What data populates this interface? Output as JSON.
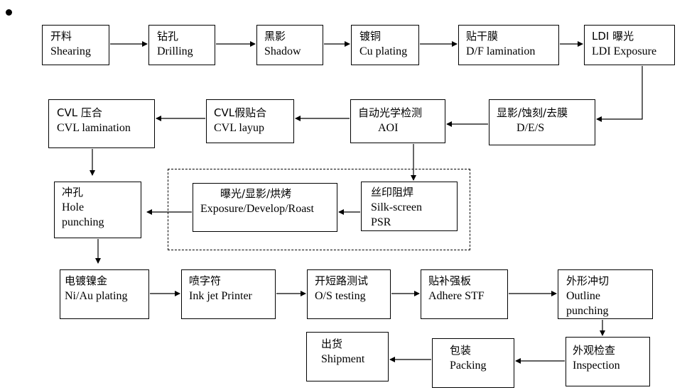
{
  "diagram": {
    "bullet_icon": "bullet-dot-icon",
    "steps": [
      {
        "id": "shearing",
        "zh": "开料",
        "en": "Shearing"
      },
      {
        "id": "drilling",
        "zh": "钻孔",
        "en": "Drilling"
      },
      {
        "id": "shadow",
        "zh": "黑影",
        "en": "Shadow"
      },
      {
        "id": "cu-plating",
        "zh": "镀铜",
        "en": "Cu plating"
      },
      {
        "id": "df-lamination",
        "zh": "贴干膜",
        "en": "D/F lamination"
      },
      {
        "id": "ldi-exposure",
        "zh": "LDI 曝光",
        "en": "LDI Exposure"
      },
      {
        "id": "des",
        "zh": "显影/蚀刻/去膜",
        "en": "D/E/S"
      },
      {
        "id": "aoi",
        "zh": "自动光学检测",
        "en": "AOI"
      },
      {
        "id": "cvl-layup",
        "zh": "CVL假贴合",
        "en": "CVL layup"
      },
      {
        "id": "cvl-lamination",
        "zh": "CVL 压合",
        "en": "CVL lamination"
      },
      {
        "id": "hole-punching",
        "zh": "冲孔",
        "en": "Hole",
        "en2": "punching"
      },
      {
        "id": "exposure-develop-roast",
        "zh": "曝光/显影/烘烤",
        "en": "Exposure/Develop/Roast"
      },
      {
        "id": "silk-screen-psr",
        "zh": "丝印阻焊",
        "en": "Silk-screen",
        "en2": "PSR"
      },
      {
        "id": "ni-au-plating",
        "zh": "电镀镍金",
        "en": "Ni/Au plating"
      },
      {
        "id": "ink-jet-printer",
        "zh": "喷字符",
        "en": "Ink jet Printer"
      },
      {
        "id": "os-testing",
        "zh": "开短路测试",
        "en": "O/S testing"
      },
      {
        "id": "adhere-stf",
        "zh": "贴补强板",
        "en": "Adhere  STF"
      },
      {
        "id": "outline-punching",
        "zh": "外形冲切",
        "en": "Outline",
        "en2": "punching"
      },
      {
        "id": "inspection",
        "zh": "外观检查",
        "en": "Inspection"
      },
      {
        "id": "packing",
        "zh": "包装",
        "en": "Packing"
      },
      {
        "id": "shipment",
        "zh": "出货",
        "en": "Shipment"
      }
    ]
  }
}
